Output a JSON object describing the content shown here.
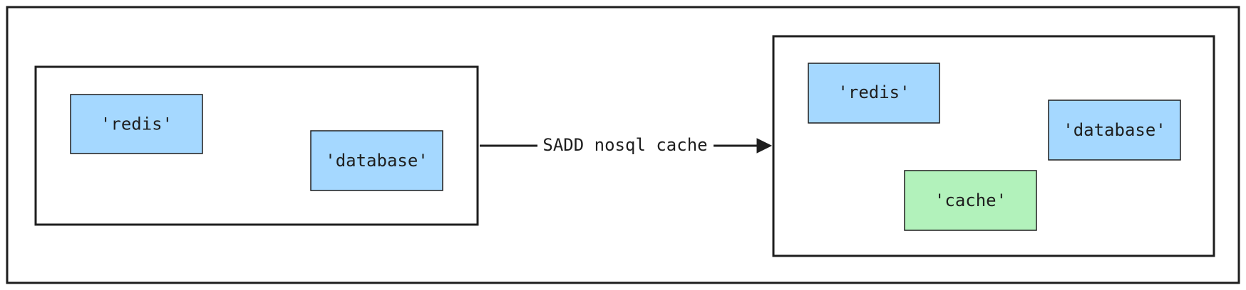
{
  "before_set": {
    "items": [
      "'redis'",
      "'database'"
    ]
  },
  "operation": {
    "command": "SADD nosql cache"
  },
  "after_set": {
    "items": [
      "'redis'",
      "'database'",
      "'cache'"
    ]
  },
  "colors": {
    "existing_member": "#a5d8ff",
    "new_member": "#b2f2bb",
    "stroke": "#1e1e1e",
    "background": "#ffffff"
  }
}
